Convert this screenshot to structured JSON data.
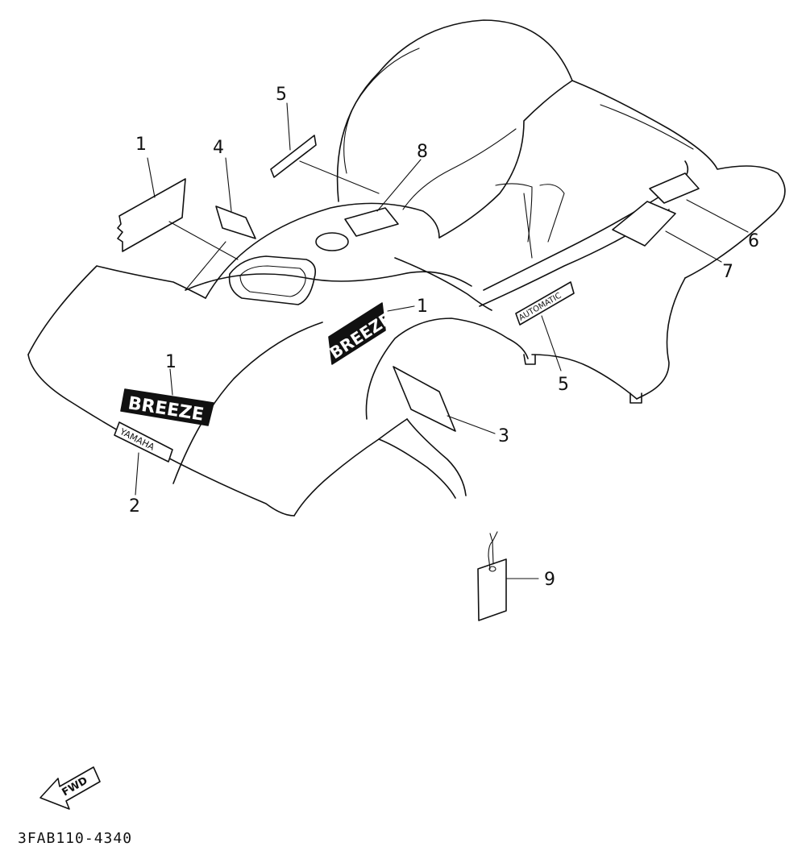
{
  "diagram": {
    "part_code": "3FAB110-4340",
    "fwd_label": "FWD",
    "decal_texts": {
      "breeze_rear": "BREEZE",
      "breeze_side": "BREEZE",
      "yamaha": "YAMAHA",
      "automatic": "AUTOMATIC"
    },
    "callouts": [
      {
        "id": "c1a",
        "number": "1"
      },
      {
        "id": "c4",
        "number": "4"
      },
      {
        "id": "c5a",
        "number": "5"
      },
      {
        "id": "c8",
        "number": "8"
      },
      {
        "id": "c6",
        "number": "6"
      },
      {
        "id": "c7",
        "number": "7"
      },
      {
        "id": "c1b",
        "number": "1"
      },
      {
        "id": "c5b",
        "number": "5"
      },
      {
        "id": "c1c",
        "number": "1"
      },
      {
        "id": "c2",
        "number": "2"
      },
      {
        "id": "c3",
        "number": "3"
      },
      {
        "id": "c9",
        "number": "9"
      }
    ]
  }
}
